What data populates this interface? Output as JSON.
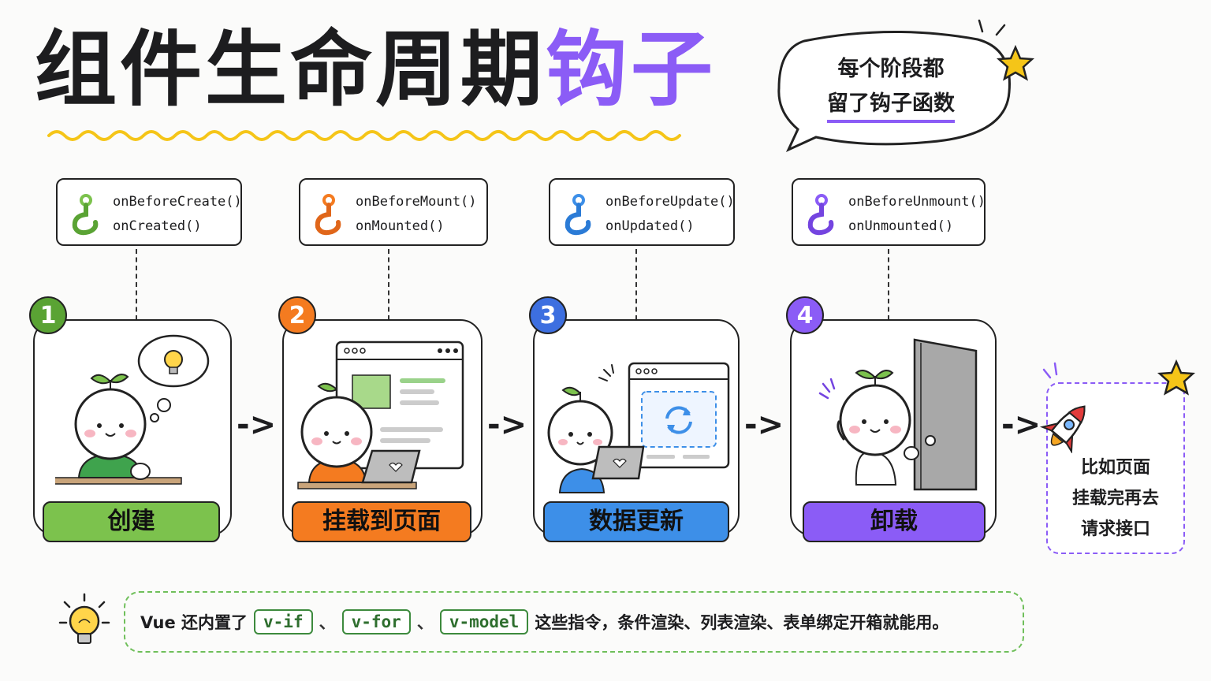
{
  "title": {
    "main": "组件生命周期",
    "accent": "钩子"
  },
  "bubble": {
    "line1": "每个阶段都",
    "line2": "留了钩子函数"
  },
  "colors": {
    "accent": "#8b5cf6",
    "create": "#7cc24d",
    "mount": "#f47b20",
    "update": "#3d8fe8",
    "unmount": "#8b5cf6",
    "note_border": "#6fbf5a"
  },
  "stages": [
    {
      "number": "1",
      "label": "创建",
      "hook_before": "onBeforeCreate()",
      "hook_after": "onCreated()",
      "icon": "hook-icon"
    },
    {
      "number": "2",
      "label": "挂载到页面",
      "hook_before": "onBeforeMount()",
      "hook_after": "onMounted()",
      "icon": "hook-icon"
    },
    {
      "number": "3",
      "label": "数据更新",
      "hook_before": "onBeforeUpdate()",
      "hook_after": "onUpdated()",
      "icon": "hook-icon"
    },
    {
      "number": "4",
      "label": "卸载",
      "hook_before": "onBeforeUnmount()",
      "hook_after": "onUnmounted()",
      "icon": "hook-icon"
    }
  ],
  "example": {
    "line1": "比如页面",
    "line2": "挂载完再去",
    "line3": "请求接口",
    "icon": "rocket-icon"
  },
  "note": {
    "prefix": "Vue 还内置了",
    "directives": [
      "v-if",
      "v-for",
      "v-model"
    ],
    "separator": "、",
    "suffix": "这些指令，条件渲染、列表渲染、表单绑定开箱就能用。",
    "icon": "lightbulb-icon"
  }
}
